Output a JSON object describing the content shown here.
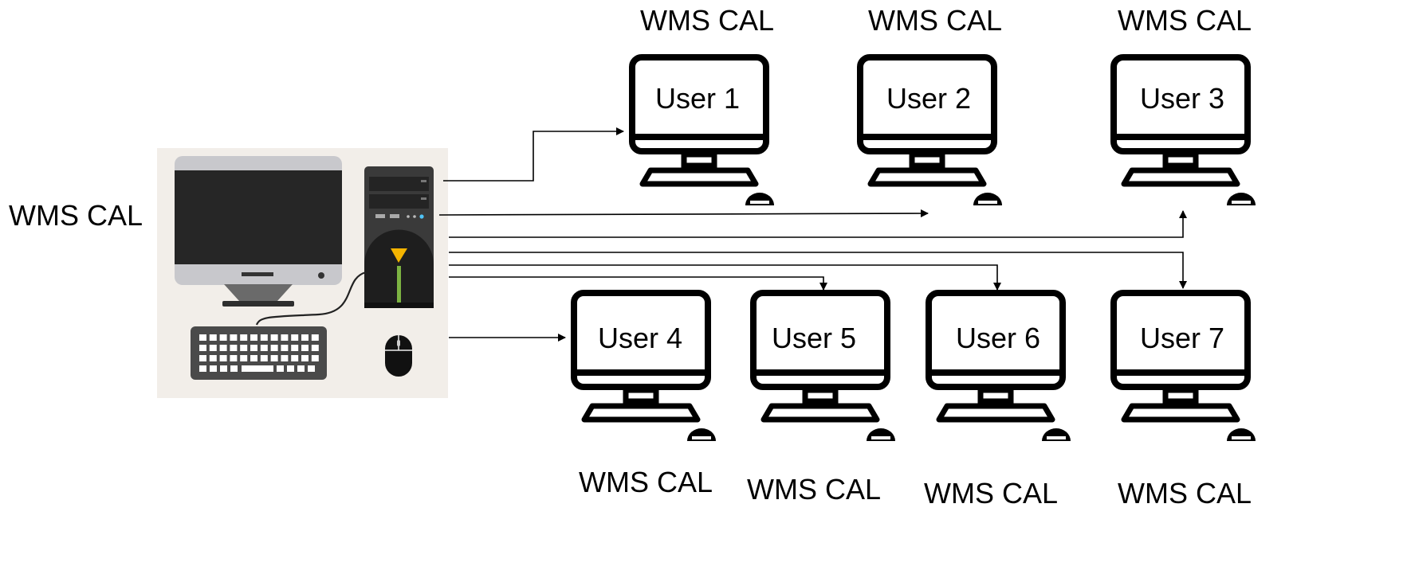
{
  "server": {
    "label": "WMS CAL"
  },
  "users": [
    {
      "name": "User 1",
      "license": "WMS CAL"
    },
    {
      "name": "User 2",
      "license": "WMS CAL"
    },
    {
      "name": "User 3",
      "license": "WMS CAL"
    },
    {
      "name": "User 4",
      "license": "WMS CAL"
    },
    {
      "name": "User 5",
      "license": "WMS CAL"
    },
    {
      "name": "User 6",
      "license": "WMS CAL"
    },
    {
      "name": "User 7",
      "license": "WMS CAL"
    }
  ],
  "colors": {
    "line": "#000000",
    "server_panel_bg": "#f2eee9",
    "monitor_frame": "#c8c8cc",
    "monitor_screen": "#262626",
    "tower_body": "#3a3a3a",
    "tower_accent_yellow": "#f4b400",
    "tower_accent_green": "#7cb342",
    "peripheral_dark": "#4a4a4a"
  }
}
